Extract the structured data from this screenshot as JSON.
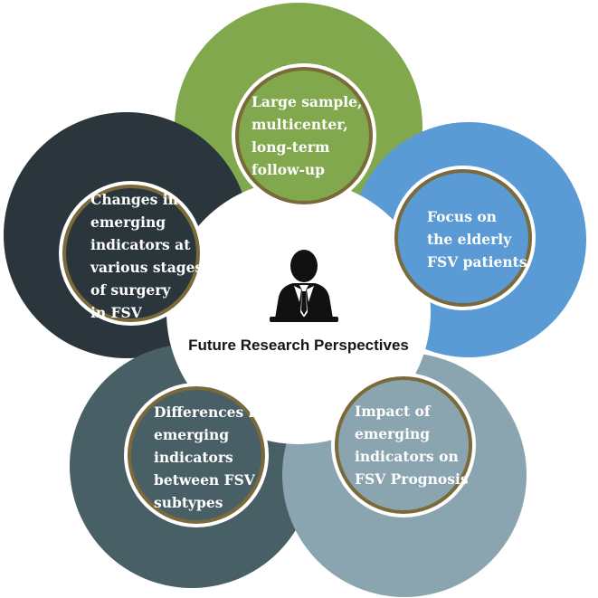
{
  "center": {
    "title": "Future Research Perspectives",
    "icon": "businessman-icon"
  },
  "colors": {
    "green": "#82a84d",
    "blue": "#5b9bd5",
    "slate_blue": "#8aa4b0",
    "dark_slate": "#485f66",
    "charcoal": "#2a353c",
    "ring": "#7a6a3a"
  },
  "nodes": [
    {
      "id": "large-sample",
      "color": "#82a84d",
      "lines": [
        "Large sample,",
        "multicenter,",
        "long-term",
        "follow-up"
      ]
    },
    {
      "id": "elderly",
      "color": "#5b9bd5",
      "lines": [
        "Focus on",
        "the elderly",
        "FSV patients"
      ]
    },
    {
      "id": "prognosis",
      "color": "#8aa4b0",
      "lines": [
        "Impact of",
        "emerging",
        "indicators on",
        "FSV Prognosis"
      ]
    },
    {
      "id": "subtypes",
      "color": "#485f66",
      "lines": [
        "Differences in",
        "emerging",
        "indicators",
        "between FSV",
        "subtypes"
      ]
    },
    {
      "id": "surgery-stages",
      "color": "#2a353c",
      "lines": [
        "Changes in",
        "emerging",
        "indicators at",
        "various stages",
        "of surgery",
        "in FSV"
      ]
    }
  ]
}
